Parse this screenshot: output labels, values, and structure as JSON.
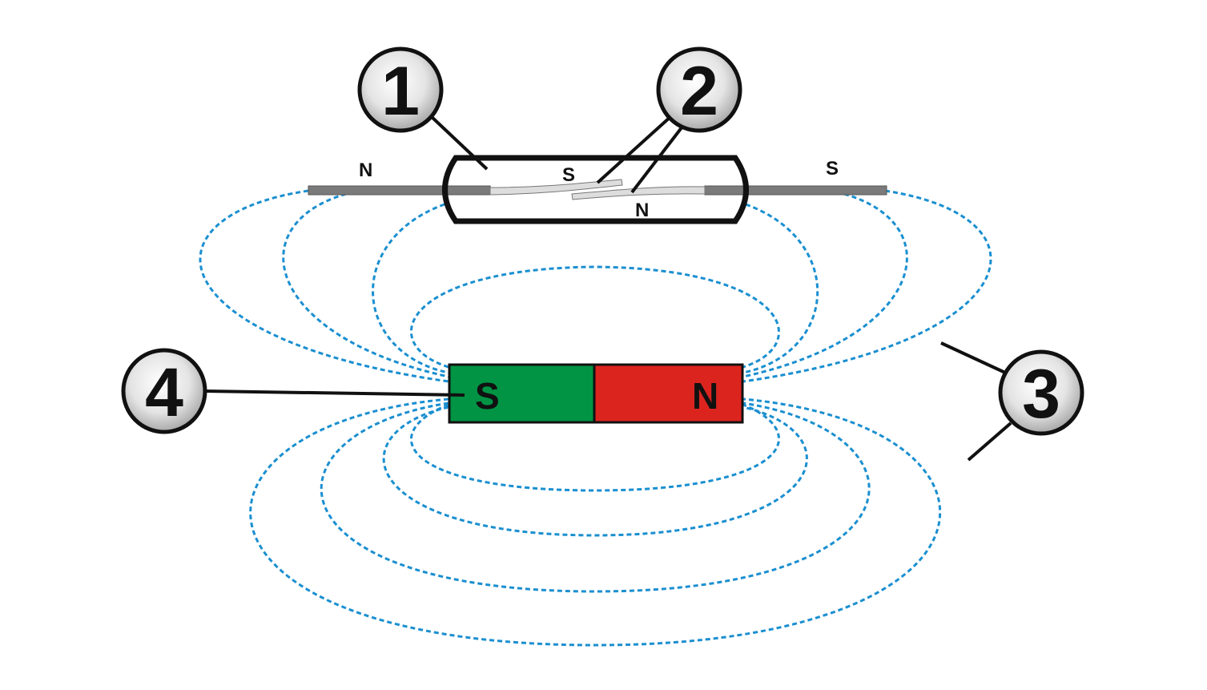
{
  "diagram": {
    "reed_switch": {
      "lead_left_pole": "N",
      "lead_right_pole": "S",
      "reed_upper_pole": "S",
      "reed_lower_pole": "N"
    },
    "magnet": {
      "south_label": "S",
      "north_label": "N",
      "south_color": "#009444",
      "north_color": "#dc241f"
    },
    "field_line_color": "#1a8fd0",
    "callouts": [
      "1",
      "2",
      "3",
      "4"
    ]
  }
}
